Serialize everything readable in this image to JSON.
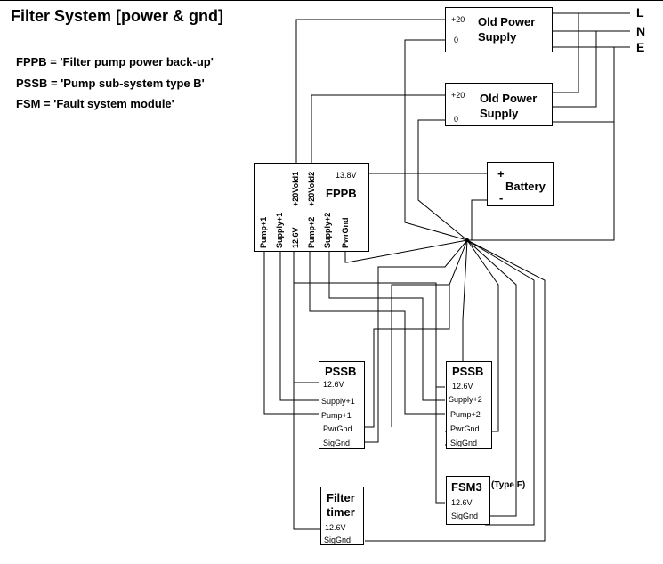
{
  "title": "Filter System [power & gnd]",
  "legend": [
    "FPPB = 'Filter pump power back-up'",
    "PSSB = 'Pump sub-system type B'",
    "FSM = 'Fault system module'"
  ],
  "mains": {
    "l": "L",
    "n": "N",
    "e": "E"
  },
  "power_supply_1": {
    "name_line1": "Old Power",
    "name_line2": "Supply",
    "plus": "+20",
    "zero": "0"
  },
  "power_supply_2": {
    "name_line1": "Old Power",
    "name_line2": "Supply",
    "plus": "+20",
    "zero": "0"
  },
  "battery": {
    "plus": "+",
    "name": "Battery",
    "minus": "-"
  },
  "fppb": {
    "name": "FPPB",
    "v138": "13.8V",
    "pins_top": [
      "+20Vold1",
      "+20Vold2"
    ],
    "pins_bottom": [
      "Pump+1",
      "Supply+1",
      "12.6V",
      "Pump+2",
      "Supply+2",
      "PwrGnd"
    ]
  },
  "pssb1": {
    "name": "PSSB",
    "pins": [
      "12.6V",
      "Supply+1",
      "Pump+1",
      "PwrGnd",
      "SigGnd"
    ]
  },
  "pssb2": {
    "name": "PSSB",
    "pins": [
      "12.6V",
      "Supply+2",
      "Pump+2",
      "PwrGnd",
      "SigGnd"
    ]
  },
  "fsm3": {
    "name": "FSM3",
    "type": "(Type F)",
    "pins": [
      "12.6V",
      "SigGnd"
    ]
  },
  "filter_timer": {
    "name_line1": "Filter",
    "name_line2": "timer",
    "pins": [
      "12.6V",
      "SigGnd"
    ]
  }
}
